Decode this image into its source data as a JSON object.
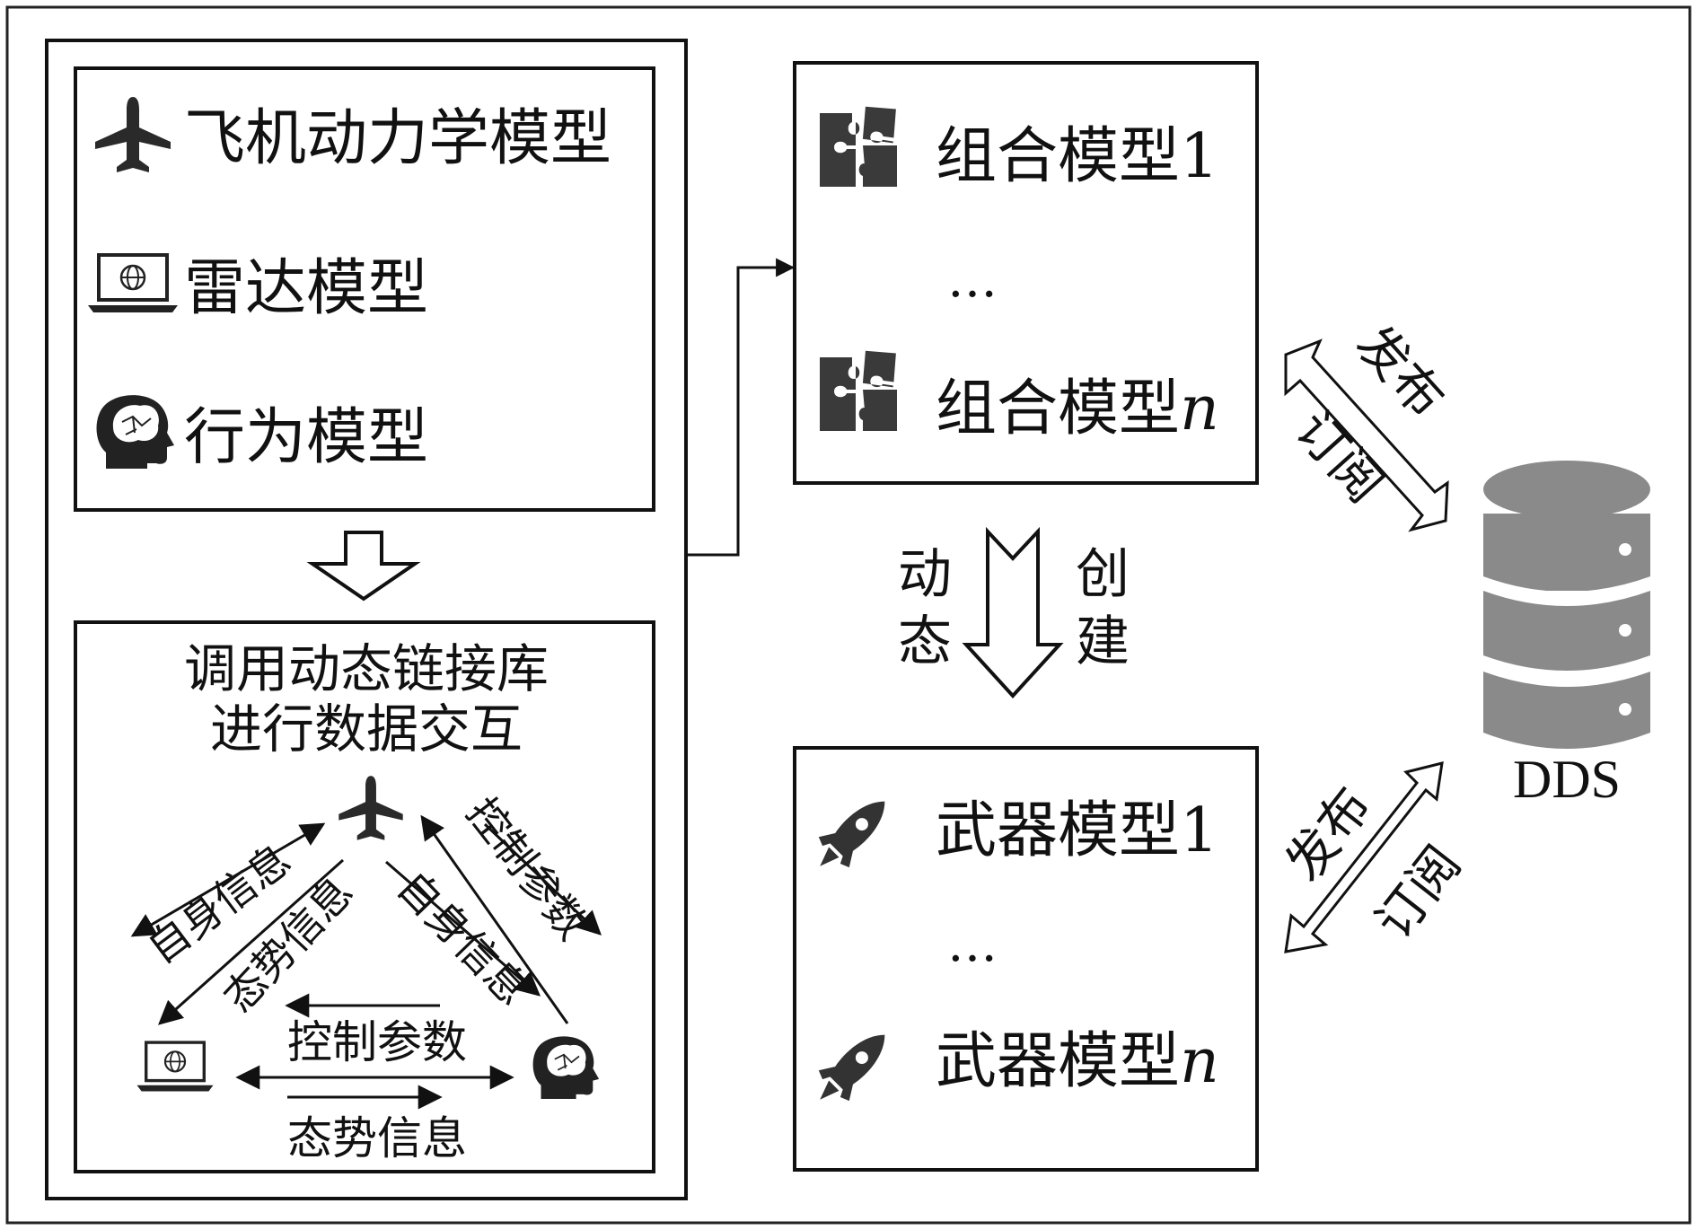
{
  "models_box": {
    "items": [
      {
        "icon": "airplane-icon",
        "label": "飞机动力学模型"
      },
      {
        "icon": "laptop-globe-icon",
        "label": "雷达模型"
      },
      {
        "icon": "brain-head-icon",
        "label": "行为模型"
      }
    ]
  },
  "dll_box": {
    "title_line1": "调用动态链接库",
    "title_line2": "进行数据交互",
    "edges": {
      "left_outer": "自身信息",
      "left_inner": "态势信息",
      "right_inner": "自身信息",
      "right_outer": "控制参数",
      "bottom_upper": "控制参数",
      "bottom_lower": "态势信息"
    }
  },
  "combo_box": {
    "item1_text": "组合模型",
    "item1_suffix": "1",
    "ellipsis": "…",
    "itemn_text": "组合模型",
    "itemn_suffix": "n"
  },
  "weapon_box": {
    "item1_text": "武器模型",
    "item1_suffix": "1",
    "ellipsis": "…",
    "itemn_text": "武器模型",
    "itemn_suffix": "n"
  },
  "dynamic_create": {
    "left": [
      "动",
      "态"
    ],
    "right": [
      "创",
      "建"
    ]
  },
  "dds": {
    "label": "DDS",
    "upper_publish": "发布",
    "upper_subscribe": "订阅",
    "lower_publish": "发布",
    "lower_subscribe": "订阅"
  }
}
